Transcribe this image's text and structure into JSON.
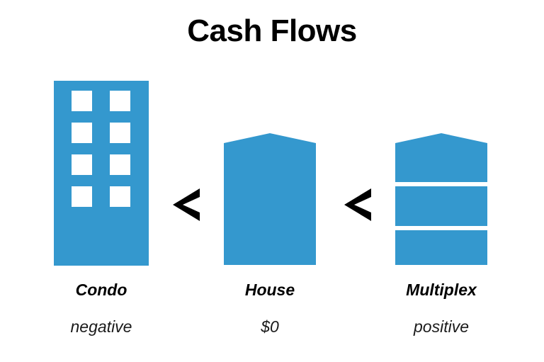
{
  "title": "Cash Flows",
  "colors": {
    "blue": "#3498ce",
    "black": "#000000",
    "background": "#ffffff"
  },
  "diagram": {
    "type": "flow-comparison",
    "direction": "right-to-left",
    "items": [
      {
        "id": "condo",
        "icon": "condo-building-icon",
        "name": "Condo",
        "value": "negative",
        "windows": 8,
        "window_rows": 4,
        "window_columns": 2
      },
      {
        "id": "house",
        "icon": "house-icon",
        "name": "House",
        "value": "$0",
        "bands": 1
      },
      {
        "id": "multiplex",
        "icon": "multiplex-icon",
        "name": "Multiplex",
        "value": "positive",
        "bands": 3
      }
    ],
    "arrows": [
      {
        "id": "arrow-house-to-condo",
        "icon": "chevron-left-icon",
        "from": "House",
        "to": "Condo"
      },
      {
        "id": "arrow-multiplex-to-house",
        "icon": "chevron-left-icon",
        "from": "Multiplex",
        "to": "House"
      }
    ]
  }
}
